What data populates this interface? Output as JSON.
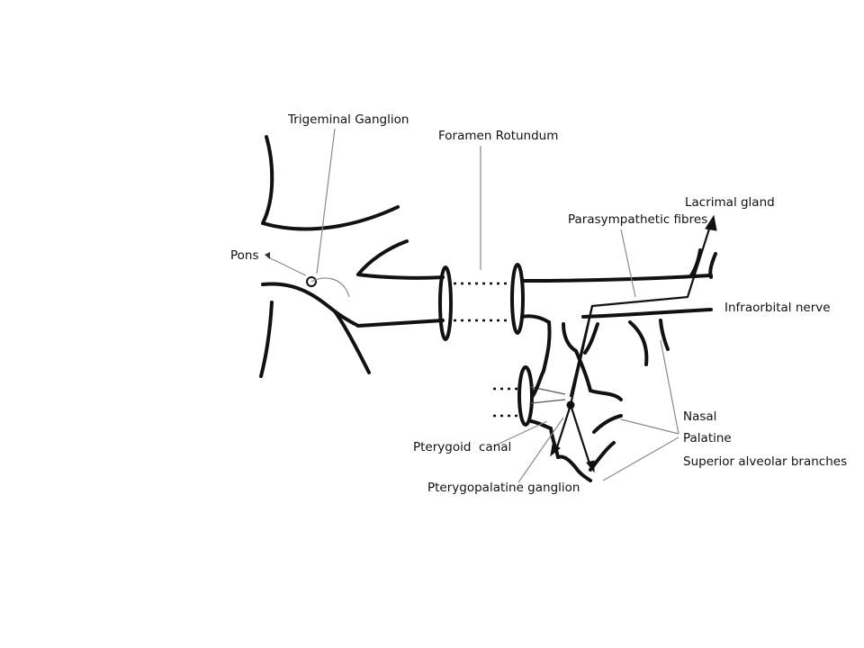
{
  "diagram": {
    "labels": {
      "trigeminal_ganglion": "Trigeminal Ganglion",
      "foramen_rotundum": "Foramen Rotundum",
      "pons": "Pons",
      "lacrimal_gland": "Lacrimal gland",
      "parasympathetic_fibres": "Parasympathetic fibres",
      "infraorbital_nerve": "Infraorbital nerve",
      "nasal": "Nasal",
      "palatine": "Palatine",
      "superior_alveolar_branches": "Superior alveolar branches",
      "pterygoid_canal": "Pterygoid  canal",
      "pterygopalatine_ganglion": "Pterygopalatine ganglion"
    },
    "colors": {
      "line": "#111111",
      "leader": "#8a8a8a",
      "background": "#ffffff"
    }
  }
}
